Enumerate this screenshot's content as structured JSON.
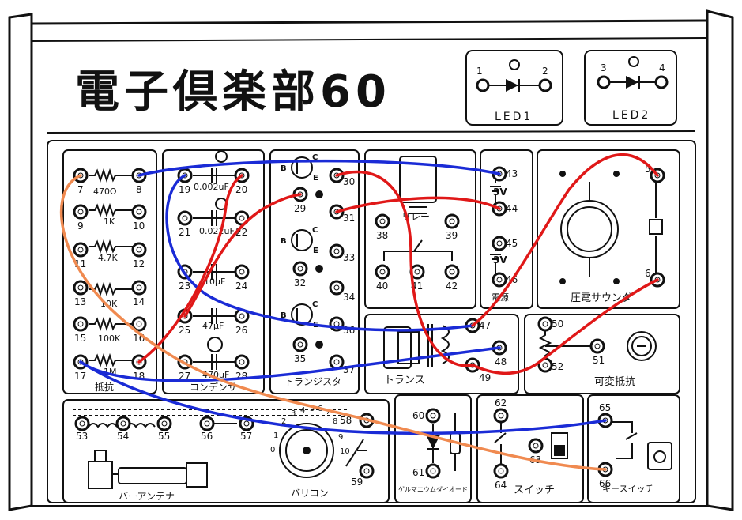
{
  "title": "電子倶楽部60",
  "led_panels": [
    {
      "name": "LED1",
      "terminals": [
        "1",
        "2"
      ]
    },
    {
      "name": "LED2",
      "terminals": [
        "3",
        "4"
      ]
    }
  ],
  "section_labels": {
    "transistor": "トランジスタ",
    "relay": "リレー",
    "battery": "電源",
    "piezo": "圧電サウンダ",
    "transformer": "トランス",
    "variable_resistor": "可変抵抗",
    "bar_antenna": "バーアンテナ",
    "varicon": "バリコン",
    "germanium_diode": "ゲルマニウムダイオード",
    "switch": "スイッチ",
    "key_switch": "キースイッチ",
    "resistor_section": "抵抗",
    "capacitor_section": "コンデンサ"
  },
  "resistors": [
    "470Ω",
    "1K",
    "4.7K",
    "10K",
    "100K",
    "1M"
  ],
  "capacitors": [
    "0.002uF",
    "0.022uF",
    "10μF",
    "47μF",
    "470μF"
  ],
  "batteries": [
    "3V",
    "3V"
  ],
  "varicon_scale": [
    "1",
    "2",
    "3",
    "4",
    "5",
    "6",
    "7",
    "8",
    "9",
    "10",
    "0"
  ],
  "terminals": {
    "t1": "1",
    "t2": "2",
    "t3": "3",
    "t4": "4",
    "t5": "5",
    "t6": "6",
    "t7": "7",
    "t8": "8",
    "t9": "9",
    "t10": "10",
    "t11": "11",
    "t12": "12",
    "t13": "13",
    "t14": "14",
    "t15": "15",
    "t16": "16",
    "t17": "17",
    "t18": "18",
    "t19": "19",
    "t20": "20",
    "t21": "21",
    "t22": "22",
    "t23": "23",
    "t24": "24",
    "t25": "25",
    "t26": "26",
    "t27": "27",
    "t28": "28",
    "t29": "29",
    "t30": "30",
    "t31": "31",
    "t32": "32",
    "t33": "33",
    "t34": "34",
    "t35": "35",
    "t36": "36",
    "t37": "37",
    "t38": "38",
    "t39": "39",
    "t40": "40",
    "t41": "41",
    "t42": "42",
    "t43": "43",
    "t44": "44",
    "t45": "45",
    "t46": "46",
    "t47": "47",
    "t48": "48",
    "t49": "49",
    "t50": "50",
    "t51": "51",
    "t52": "52",
    "t53": "53",
    "t54": "54",
    "t55": "55",
    "t56": "56",
    "t57": "57",
    "t58": "58",
    "t59": "59",
    "t60": "60",
    "t61": "61",
    "t62": "62",
    "t63": "63",
    "t64": "64",
    "t65": "65",
    "t66": "66"
  },
  "transistor_pins": {
    "b": "B",
    "c": "C",
    "e": "E"
  },
  "wire_colors": {
    "blue": "#1a2bd6",
    "red": "#e01818",
    "orange": "#f08a50"
  },
  "wiring": [
    {
      "color": "blue",
      "from": "8",
      "to": "43"
    },
    {
      "color": "blue",
      "from": "19",
      "to": "47"
    },
    {
      "color": "blue",
      "from": "17",
      "to": "48"
    },
    {
      "color": "blue",
      "from": "17",
      "to": "65"
    },
    {
      "color": "red",
      "from": "18",
      "to": "20"
    },
    {
      "color": "red",
      "from": "25",
      "to": "29"
    },
    {
      "color": "red",
      "from": "31",
      "to": "44"
    },
    {
      "color": "red",
      "from": "30",
      "to": "49"
    },
    {
      "color": "red",
      "from": "5",
      "to": "47"
    },
    {
      "color": "red",
      "from": "6",
      "to": "49"
    },
    {
      "color": "orange",
      "from": "7",
      "to": "66"
    }
  ]
}
